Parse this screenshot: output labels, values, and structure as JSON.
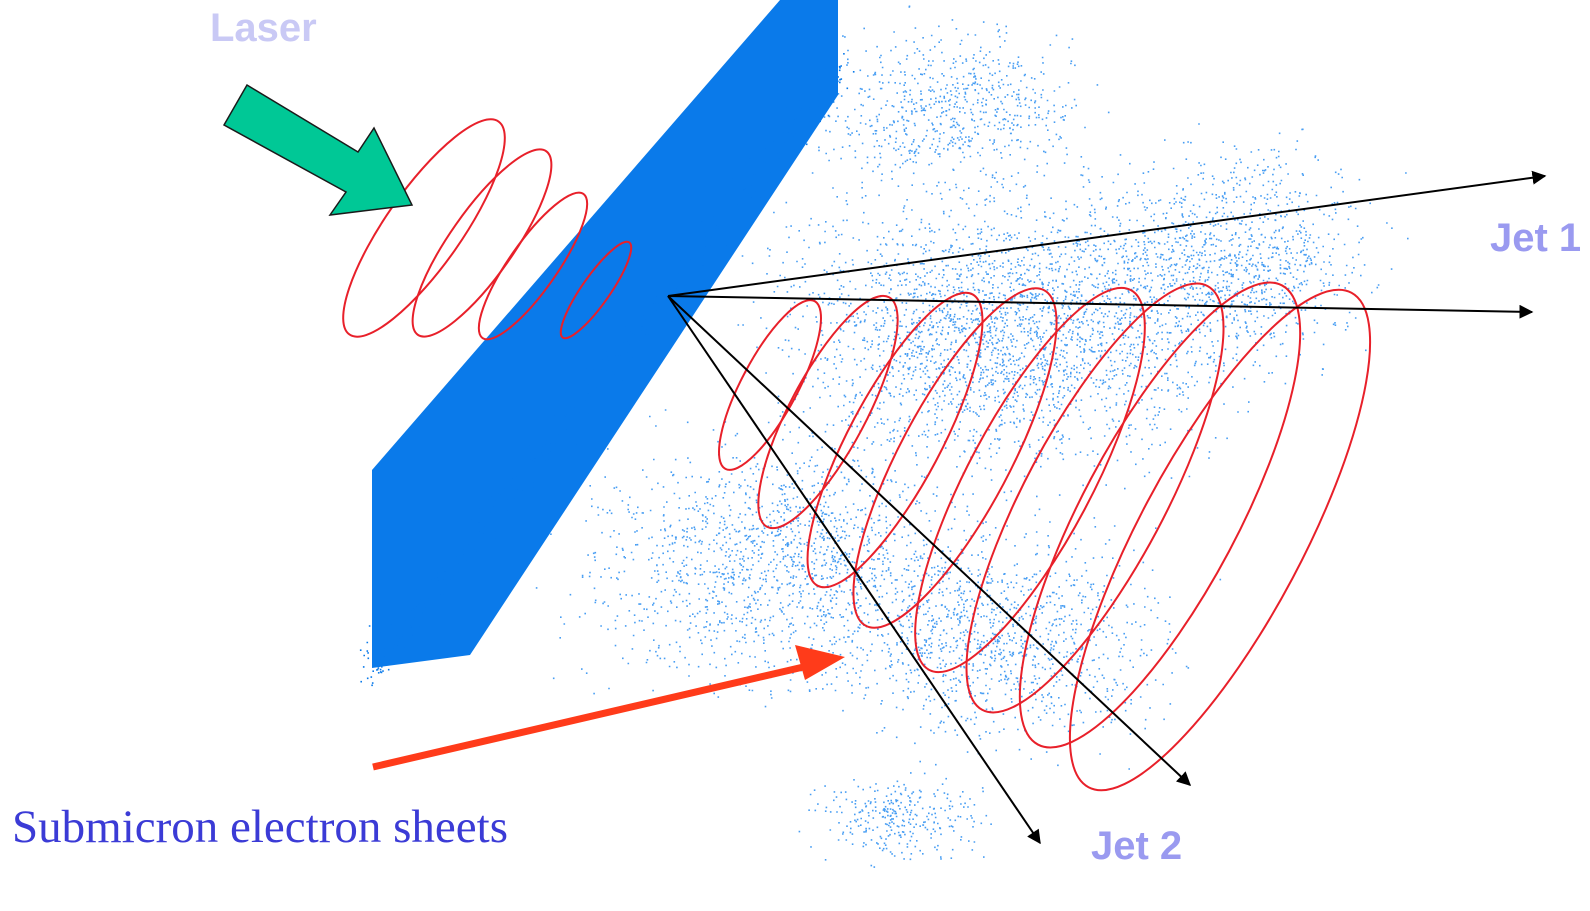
{
  "labels": {
    "laser": "Laser",
    "jet1": "Jet 1",
    "jet2": "Jet 2",
    "sheets": "Submicron electron sheets"
  },
  "colors": {
    "laser_label": "#c9c9f5",
    "jet_label": "#9a9af0",
    "sheets_label": "#3b3bd6",
    "foil": "#0a7aea",
    "particles": "#1a86f0",
    "field_rings": "#e8202a",
    "laser_arrow": "#00c896",
    "pointer_arrow": "#ff3b1a",
    "jet_lines": "#000000"
  },
  "icons": {
    "laser_arrow": "green-block-arrow-icon",
    "pointer_arrow": "red-pointer-arrow-icon"
  }
}
